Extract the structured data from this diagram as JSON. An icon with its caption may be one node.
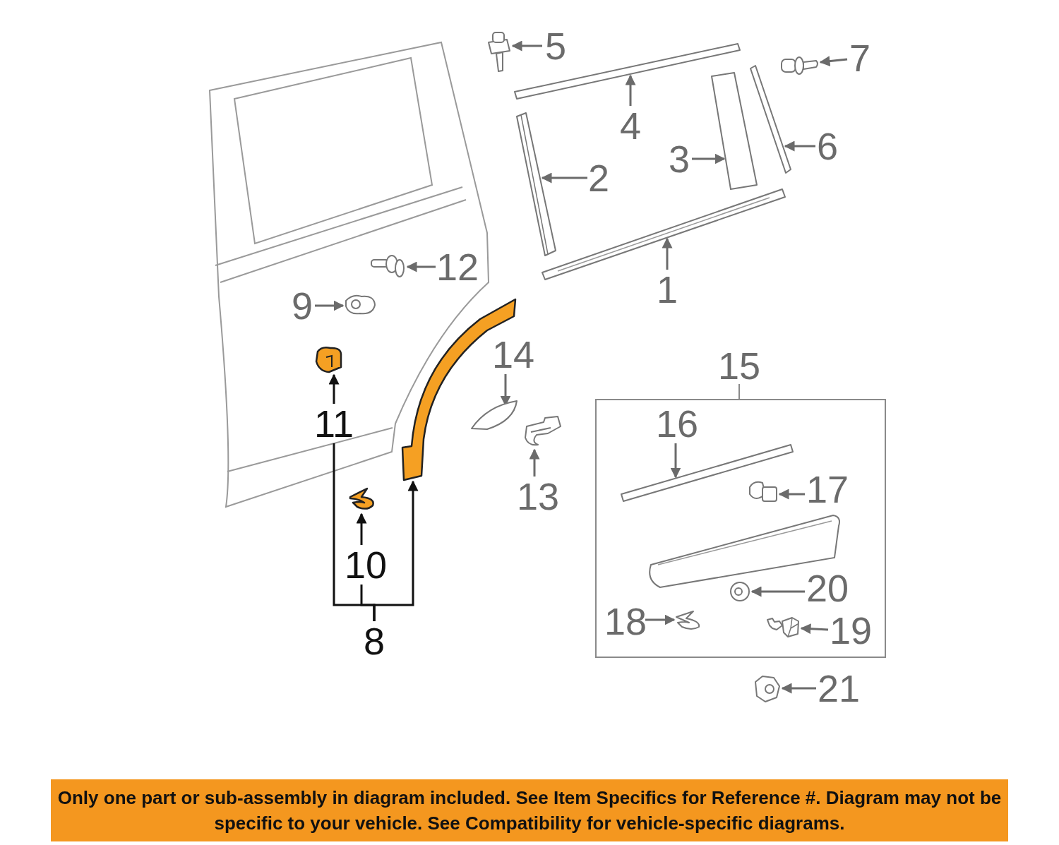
{
  "diagram": {
    "nodes": [
      {
        "text": [
          "15"
        ]
      },
      {
        "text": [
          "1"
        ]
      },
      {
        "text": [
          "2"
        ]
      },
      {
        "text": [
          "3"
        ]
      },
      {
        "text": [
          "4"
        ]
      },
      {
        "text": [
          "5"
        ]
      },
      {
        "text": [
          "6"
        ]
      },
      {
        "text": [
          "7"
        ]
      },
      {
        "text": [
          "8"
        ]
      },
      {
        "text": [
          "9"
        ]
      },
      {
        "text": [
          "10"
        ]
      },
      {
        "text": [
          "11"
        ]
      },
      {
        "text": [
          "12"
        ]
      },
      {
        "text": [
          "13"
        ]
      },
      {
        "text": [
          "14"
        ]
      },
      {
        "text": [
          "16"
        ],
        "in": 0
      },
      {
        "text": [
          "17"
        ],
        "in": 0
      },
      {
        "text": [
          "18"
        ],
        "in": 0
      },
      {
        "text": [
          "19"
        ],
        "in": 0
      },
      {
        "text": [
          "20"
        ],
        "in": 0
      },
      {
        "text": [
          "21"
        ]
      },
      {
        "text": [],
        "shape": "picture"
      },
      {
        "text": [],
        "shape": "picture"
      },
      {
        "text": [],
        "shape": "picture"
      },
      {
        "text": [],
        "shape": "picture"
      },
      {
        "text": [],
        "shape": "picture"
      },
      {
        "text": [],
        "shape": "picture"
      },
      {
        "text": [],
        "shape": "picture"
      },
      {
        "text": [],
        "shape": "picture"
      },
      {
        "text": [],
        "shape": "picture"
      },
      {
        "text": [],
        "shape": "picture"
      },
      {
        "text": [],
        "shape": "picture"
      },
      {
        "text": [],
        "shape": "picture"
      },
      {
        "text": [],
        "shape": "picture"
      },
      {
        "text": [],
        "shape": "picture"
      },
      {
        "text": [],
        "shape": "picture",
        "in": 0
      },
      {
        "text": [],
        "shape": "picture",
        "in": 0
      },
      {
        "text": [],
        "shape": "picture",
        "in": 0
      },
      {
        "text": [],
        "shape": "picture",
        "in": 0
      },
      {
        "text": [],
        "shape": "picture",
        "in": 0
      },
      {
        "text": [],
        "shape": "picture"
      }
    ],
    "edges": [
      {
        "from": 1,
        "to": 21,
        "arrow": "to"
      },
      {
        "from": 2,
        "to": 22,
        "arrow": "to"
      },
      {
        "from": 3,
        "to": 23,
        "arrow": "to"
      },
      {
        "from": 4,
        "to": 24,
        "arrow": "to"
      },
      {
        "from": 5,
        "to": 25,
        "arrow": "to"
      },
      {
        "from": 6,
        "to": 26,
        "arrow": "to"
      },
      {
        "from": 7,
        "to": 27,
        "arrow": "to"
      },
      {
        "from": 8,
        "to": 28,
        "arrow": "to"
      },
      {
        "from": 8,
        "to": 11,
        "arrow": "none"
      },
      {
        "from": 8,
        "to": 10,
        "arrow": "none"
      },
      {
        "from": 9,
        "to": 29,
        "arrow": "to"
      },
      {
        "from": 10,
        "to": 30,
        "arrow": "to"
      },
      {
        "from": 11,
        "to": 31,
        "arrow": "to"
      },
      {
        "from": 12,
        "to": 32,
        "arrow": "to"
      },
      {
        "from": 13,
        "to": 33,
        "arrow": "to"
      },
      {
        "from": 14,
        "to": 34,
        "arrow": "to"
      },
      {
        "from": 15,
        "to": 35,
        "arrow": "to"
      },
      {
        "from": 16,
        "to": 36,
        "arrow": "to"
      },
      {
        "from": 17,
        "to": 37,
        "arrow": "to"
      },
      {
        "from": 18,
        "to": 38,
        "arrow": "to"
      },
      {
        "from": 19,
        "to": 39,
        "arrow": "to"
      },
      {
        "from": 20,
        "to": 40,
        "arrow": "to"
      }
    ],
    "labels": [
      "Only one part or sub-assembly in diagram included. See Item Specifics for Reference #. Diagram may not be specific to your vehicle. See Compatibility for vehicle-specific diagrams."
    ]
  }
}
